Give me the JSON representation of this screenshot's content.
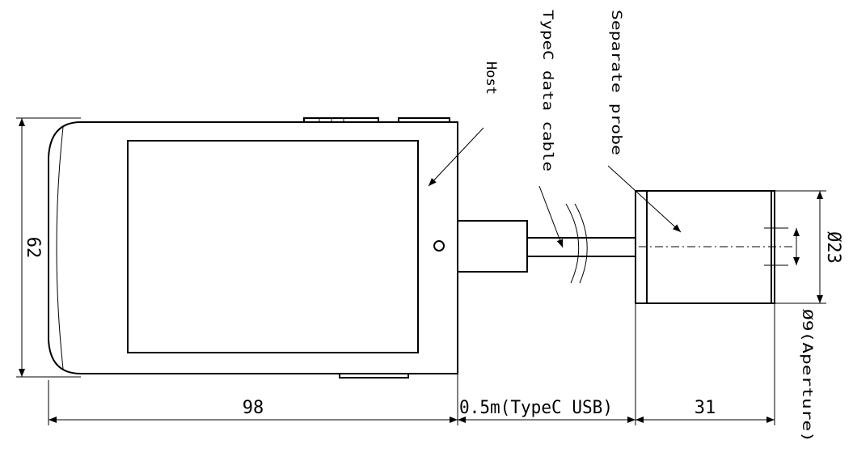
{
  "labels": {
    "host": "Host",
    "cable": "TypeC data cable",
    "probe": "Separate probe"
  },
  "dimensions": {
    "height": "62",
    "host_width": "98",
    "cable_length": "0.5m(TypeC USB)",
    "probe_length": "31",
    "probe_diameter": "Ø23",
    "aperture": "Ø9(Aperture)"
  },
  "colors": {
    "line": "#000000",
    "background": "#ffffff"
  }
}
